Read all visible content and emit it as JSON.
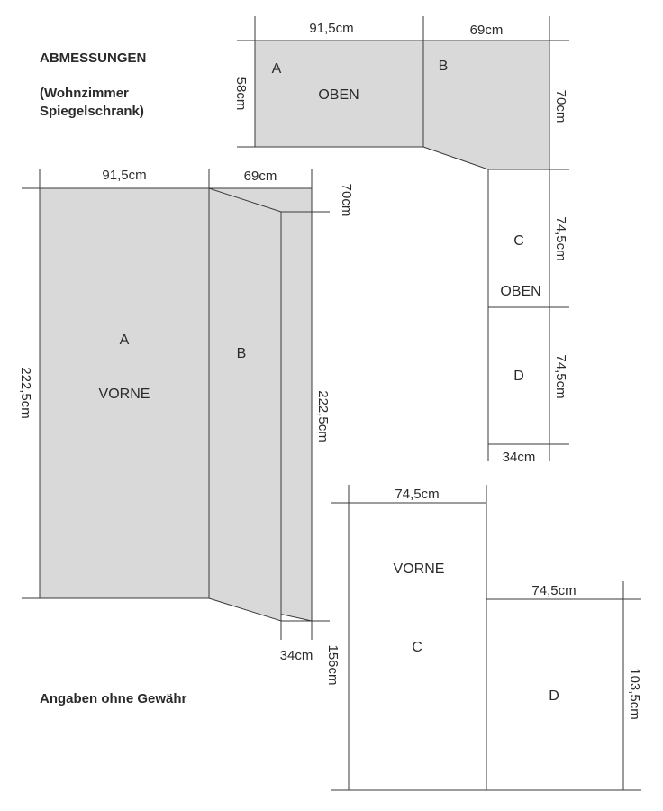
{
  "header": {
    "title": "ABMESSUNGEN",
    "subtitle_line1": "(Wohnzimmer",
    "subtitle_line2": "Spiegelschrank)"
  },
  "footer": {
    "disclaimer": "Angaben ohne Gewähr"
  },
  "top_view": {
    "width_a": "91,5cm",
    "width_b": "69cm",
    "depth_a": "58cm",
    "depth_b": "70cm",
    "label_a": "A",
    "label_b": "B",
    "label_view": "OBEN"
  },
  "side_top_view": {
    "height_c": "74,5cm",
    "height_d": "74,5cm",
    "depth": "34cm",
    "label_c": "C",
    "label_view": "OBEN",
    "label_d": "D"
  },
  "front_view_ab": {
    "width_a": "91,5cm",
    "width_b": "69cm",
    "offset": "70cm",
    "height_left": "222,5cm",
    "height_right": "222,5cm",
    "depth": "34cm",
    "label_a": "A",
    "label_view": "VORNE",
    "label_b": "B"
  },
  "front_view_cd": {
    "width_c": "74,5cm",
    "width_d": "74,5cm",
    "height_c": "156cm",
    "height_d": "103,5cm",
    "label_view": "VORNE",
    "label_c": "C",
    "label_d": "D"
  }
}
